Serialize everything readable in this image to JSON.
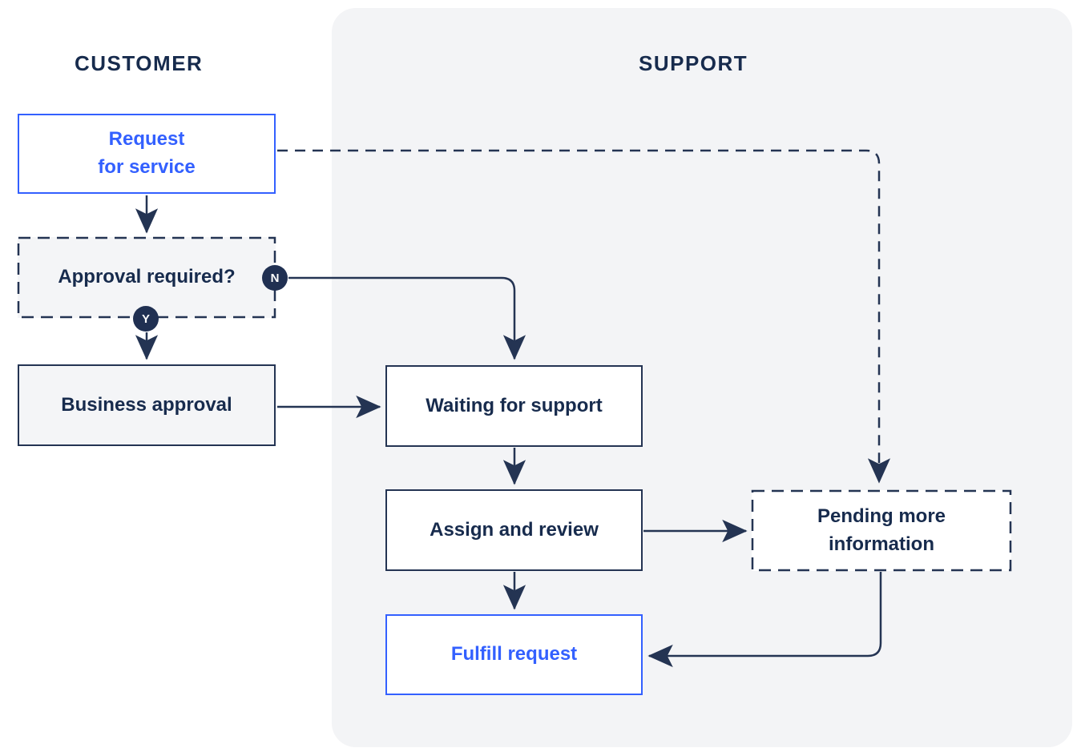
{
  "colors": {
    "navy": "#172B4D",
    "line": "#243453",
    "blue": "#3360FF",
    "panel": "#F3F4F6",
    "box_gray": "#F4F5F7",
    "white": "#FFFFFF"
  },
  "diagram": {
    "lanes": [
      {
        "id": "customer",
        "label": "CUSTOMER"
      },
      {
        "id": "support",
        "label": "SUPPORT"
      }
    ],
    "nodes": [
      {
        "id": "request_for_service",
        "lane": "customer",
        "label": "Request\nfor service",
        "style": "solid-blue-white"
      },
      {
        "id": "approval_required",
        "lane": "customer",
        "label": "Approval required?",
        "style": "dashed-gray"
      },
      {
        "id": "business_approval",
        "lane": "customer",
        "label": "Business approval",
        "style": "solid-gray"
      },
      {
        "id": "waiting_for_support",
        "lane": "support",
        "label": "Waiting for support",
        "style": "solid-white"
      },
      {
        "id": "assign_and_review",
        "lane": "support",
        "label": "Assign and review",
        "style": "solid-white"
      },
      {
        "id": "pending_more_information",
        "lane": "support",
        "label": "Pending more\ninformation",
        "style": "dashed-white"
      },
      {
        "id": "fulfill_request",
        "lane": "support",
        "label": "Fulfill request",
        "style": "solid-blue-white"
      }
    ],
    "badges": [
      {
        "id": "no",
        "label": "N",
        "on": "approval_required",
        "edge": "right"
      },
      {
        "id": "yes",
        "label": "Y",
        "on": "approval_required",
        "edge": "bottom"
      }
    ],
    "edges": [
      {
        "from": "request_for_service",
        "to": "approval_required",
        "style": "solid"
      },
      {
        "from": "request_for_service",
        "to": "pending_more_information",
        "style": "dashed"
      },
      {
        "from": "approval_required",
        "to": "waiting_for_support",
        "style": "solid",
        "branch": "N"
      },
      {
        "from": "approval_required",
        "to": "business_approval",
        "style": "solid",
        "branch": "Y"
      },
      {
        "from": "business_approval",
        "to": "waiting_for_support",
        "style": "solid"
      },
      {
        "from": "waiting_for_support",
        "to": "assign_and_review",
        "style": "solid"
      },
      {
        "from": "assign_and_review",
        "to": "pending_more_information",
        "style": "solid"
      },
      {
        "from": "assign_and_review",
        "to": "fulfill_request",
        "style": "solid"
      },
      {
        "from": "pending_more_information",
        "to": "fulfill_request",
        "style": "solid"
      }
    ]
  }
}
